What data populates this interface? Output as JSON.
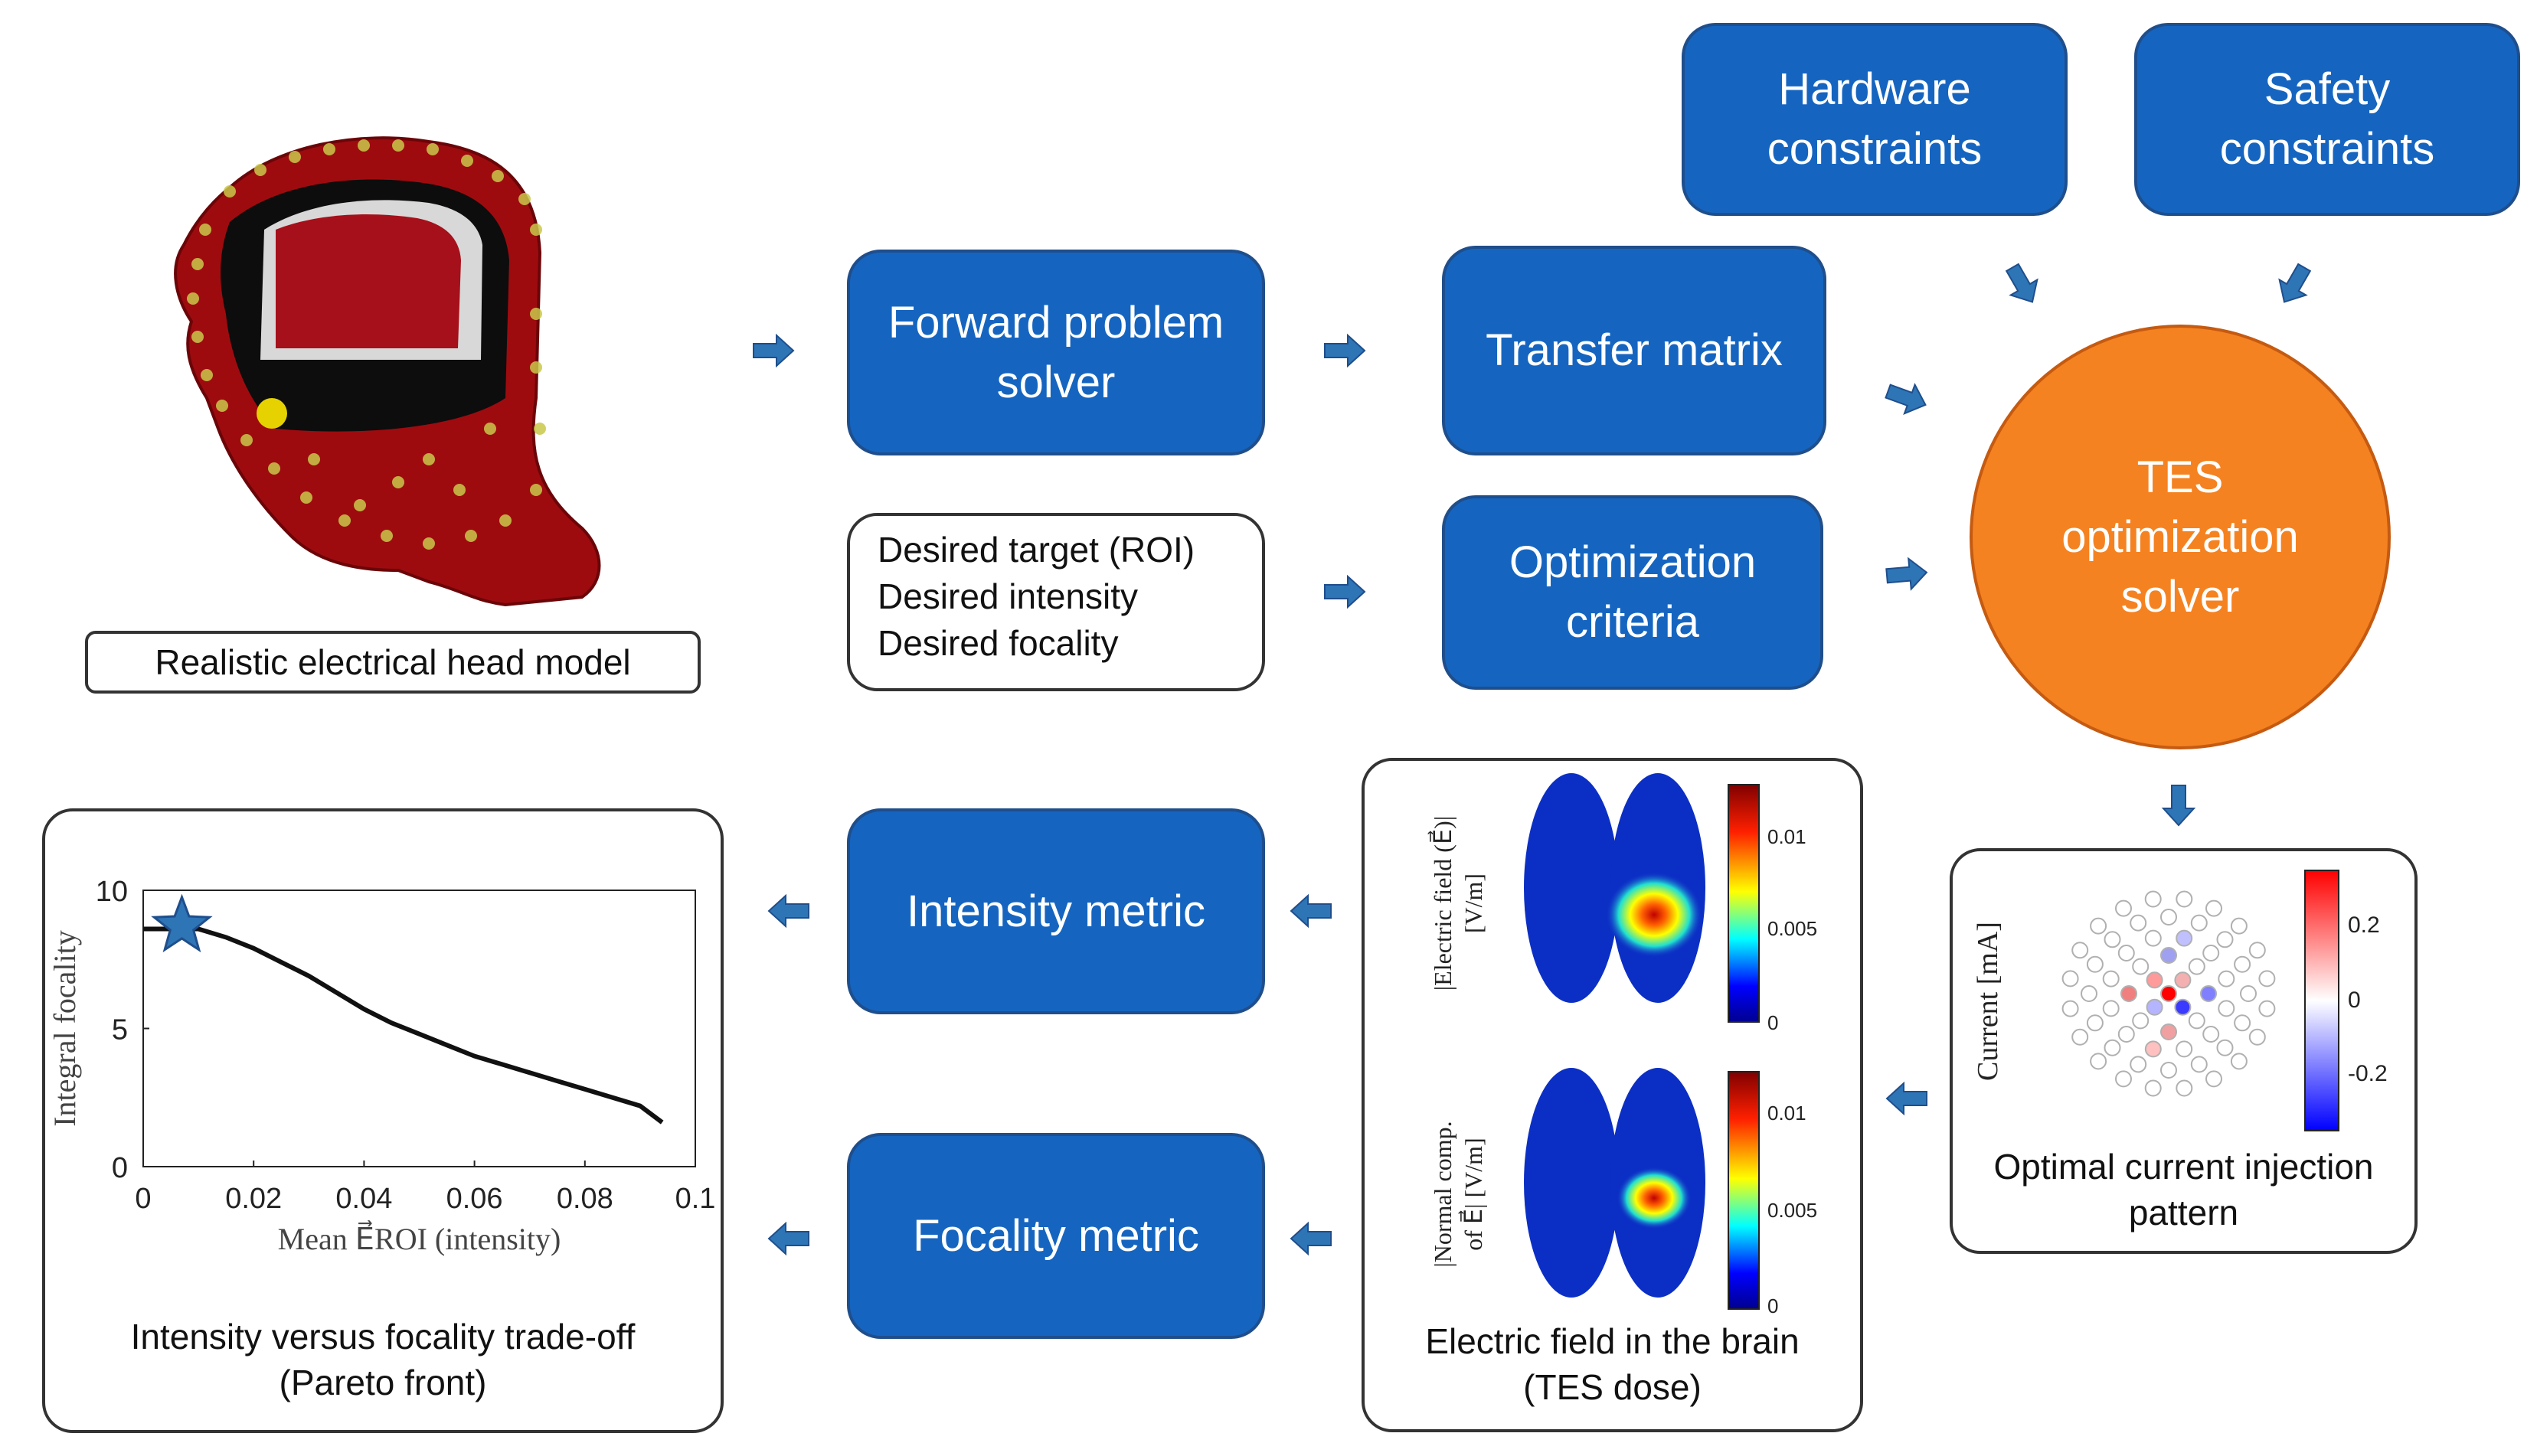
{
  "boxes": {
    "hardware": [
      "Hardware",
      "constraints"
    ],
    "safety": [
      "Safety",
      "constraints"
    ],
    "forward": [
      "Forward problem",
      "solver"
    ],
    "transfer": [
      "Transfer matrix"
    ],
    "optimization_criteria": [
      "Optimization",
      "criteria"
    ],
    "tes_solver": [
      "TES",
      "optimization",
      "solver"
    ],
    "intensity_metric": [
      "Intensity metric"
    ],
    "focality_metric": [
      "Focality metric"
    ]
  },
  "desired": [
    "Desired target (ROI)",
    "Desired intensity",
    "Desired focality"
  ],
  "head_model_label": "Realistic electrical head model",
  "current_panel": {
    "caption": [
      "Optimal current injection",
      "pattern"
    ],
    "ylabel": "Current [mA]",
    "colorbar_ticks": [
      "0.2",
      "0",
      "-0.2"
    ]
  },
  "efield_panel": {
    "caption": [
      "Electric field in the brain",
      "(TES dose)"
    ],
    "top_ylabel": [
      "|Electric field (E⃗)|",
      "[V/m]"
    ],
    "bottom_ylabel": [
      "|Normal comp.",
      "of E⃗| [V/m]"
    ],
    "top_ticks": [
      "0.01",
      "0.005",
      "0"
    ],
    "bottom_ticks": [
      "0.01",
      "0.005",
      "0"
    ]
  },
  "pareto_panel": {
    "caption": [
      "Intensity versus focality trade-off",
      "(Pareto front)"
    ]
  },
  "colors": {
    "box_blue": "#1565c0",
    "box_border": "#1f4e8c",
    "arrow_blue": "#2e75b6",
    "solver_orange": "#f58220",
    "head_red": "#9e0b0f"
  },
  "chart_data": {
    "type": "line",
    "title": "",
    "xlabel": "Mean E⃗ROI (intensity)",
    "ylabel": "Integral focality",
    "xlim": [
      0,
      0.1
    ],
    "ylim": [
      0,
      10
    ],
    "xticks": [
      "0",
      "0.02",
      "0.04",
      "0.06",
      "0.08",
      "0.1"
    ],
    "yticks": [
      "0",
      "5",
      "10"
    ],
    "grid": false,
    "series": [
      {
        "x": [
          0.0,
          0.005,
          0.01,
          0.015,
          0.02,
          0.025,
          0.03,
          0.035,
          0.04,
          0.045,
          0.05,
          0.055,
          0.06,
          0.065,
          0.07,
          0.075,
          0.08,
          0.085,
          0.09,
          0.094
        ],
        "y": [
          8.6,
          8.6,
          8.6,
          8.3,
          7.9,
          7.4,
          6.9,
          6.3,
          5.7,
          5.2,
          4.8,
          4.4,
          4.0,
          3.7,
          3.4,
          3.1,
          2.8,
          2.5,
          2.2,
          1.6
        ]
      }
    ],
    "marker": {
      "x": 0.007,
      "y": 8.7,
      "shape": "star"
    }
  }
}
